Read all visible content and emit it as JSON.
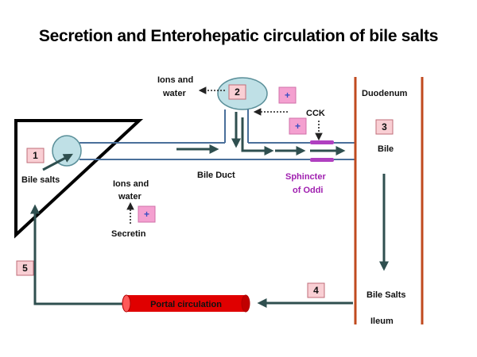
{
  "title": "Secretion and Enterohepatic circulation of bile salts",
  "steps": [
    "1",
    "2",
    "3",
    "4",
    "5"
  ],
  "labels": {
    "bile_salts_liver": "Bile salts",
    "bile_duct": "Bile Duct",
    "ions_water_top_1": "Ions and",
    "ions_water_top_2": "water",
    "ions_water_duct_1": "Ions and",
    "ions_water_duct_2": "water",
    "secretin": "Secretin",
    "cck": "CCK",
    "sphincter_1": "Sphincter",
    "sphincter_2": "of Oddi",
    "duodenum": "Duodenum",
    "bile": "Bile",
    "bile_salts_ileum": "Bile Salts",
    "ileum": "Ileum",
    "portal_circulation": "Portal circulation",
    "plus": "+"
  },
  "colors": {
    "arrow": "#2f4f4f",
    "cell_fill": "#bfe0e6",
    "cell_stroke": "#5a8f99",
    "step_box": "#f9cfd4",
    "step_border": "#c06c78",
    "plus_box": "#f4a0d0",
    "plus_text": "#3a4fc0",
    "intestine_wall": "#c04a1e",
    "sphincter": "#b040c0",
    "portal": "#e00000"
  }
}
